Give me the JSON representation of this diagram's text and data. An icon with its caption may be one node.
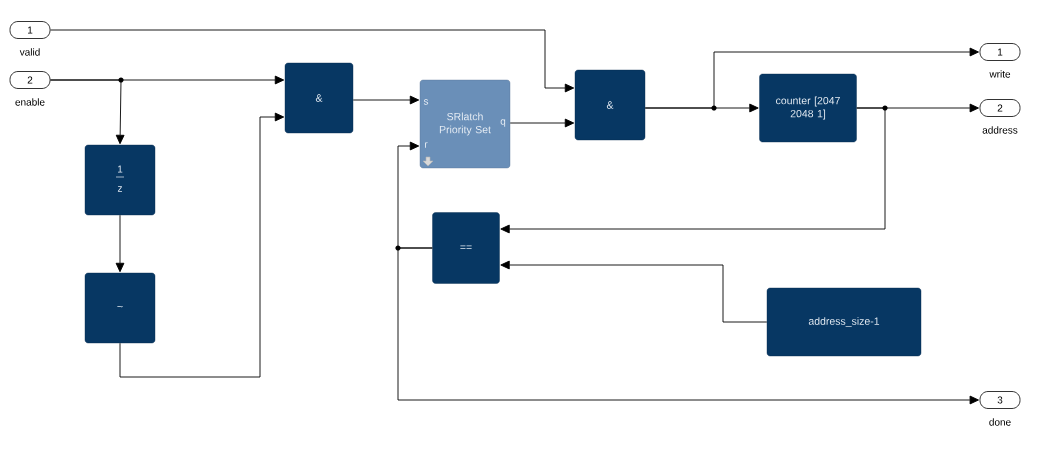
{
  "diagram": {
    "nodes": [
      {
        "text": [
          "1"
        ],
        "beside": [
          "valid"
        ]
      },
      {
        "text": [
          "2"
        ],
        "beside": [
          "enable"
        ]
      },
      {
        "text": [
          "1",
          "z"
        ]
      },
      {
        "text": [
          "~"
        ]
      },
      {
        "text": [
          "&"
        ]
      },
      {
        "text": [
          "s",
          "SRlatch Priority Set",
          "q",
          "r"
        ]
      },
      {
        "text": [
          "&"
        ]
      },
      {
        "text": [
          "counter [2047 2048 1]"
        ]
      },
      {
        "text": [
          "=="
        ]
      },
      {
        "text": [
          "address_size-1"
        ]
      },
      {
        "text": [
          "1"
        ],
        "beside": [
          "write"
        ]
      },
      {
        "text": [
          "2"
        ],
        "beside": [
          "address"
        ]
      },
      {
        "text": [
          "3"
        ],
        "beside": [
          "done"
        ]
      }
    ],
    "edges": [
      {
        "from": 0,
        "to": 6,
        "arrow": "to"
      },
      {
        "from": 1,
        "to": 4,
        "arrow": "to"
      },
      {
        "from": 1,
        "to": 2,
        "arrow": "to"
      },
      {
        "from": 2,
        "to": 3,
        "arrow": "to"
      },
      {
        "from": 3,
        "to": 4,
        "arrow": "to"
      },
      {
        "from": 4,
        "to": 5,
        "arrow": "to"
      },
      {
        "from": 5,
        "to": 6,
        "arrow": "to"
      },
      {
        "from": 6,
        "to": 7,
        "arrow": "to"
      },
      {
        "from": 6,
        "to": 10,
        "arrow": "to"
      },
      {
        "from": 7,
        "to": 11,
        "arrow": "to"
      },
      {
        "from": 7,
        "to": 8,
        "arrow": "to"
      },
      {
        "from": 9,
        "to": 8,
        "arrow": "to"
      },
      {
        "from": 8,
        "to": 5,
        "arrow": "to"
      },
      {
        "from": 8,
        "to": 12,
        "arrow": "to"
      }
    ]
  }
}
